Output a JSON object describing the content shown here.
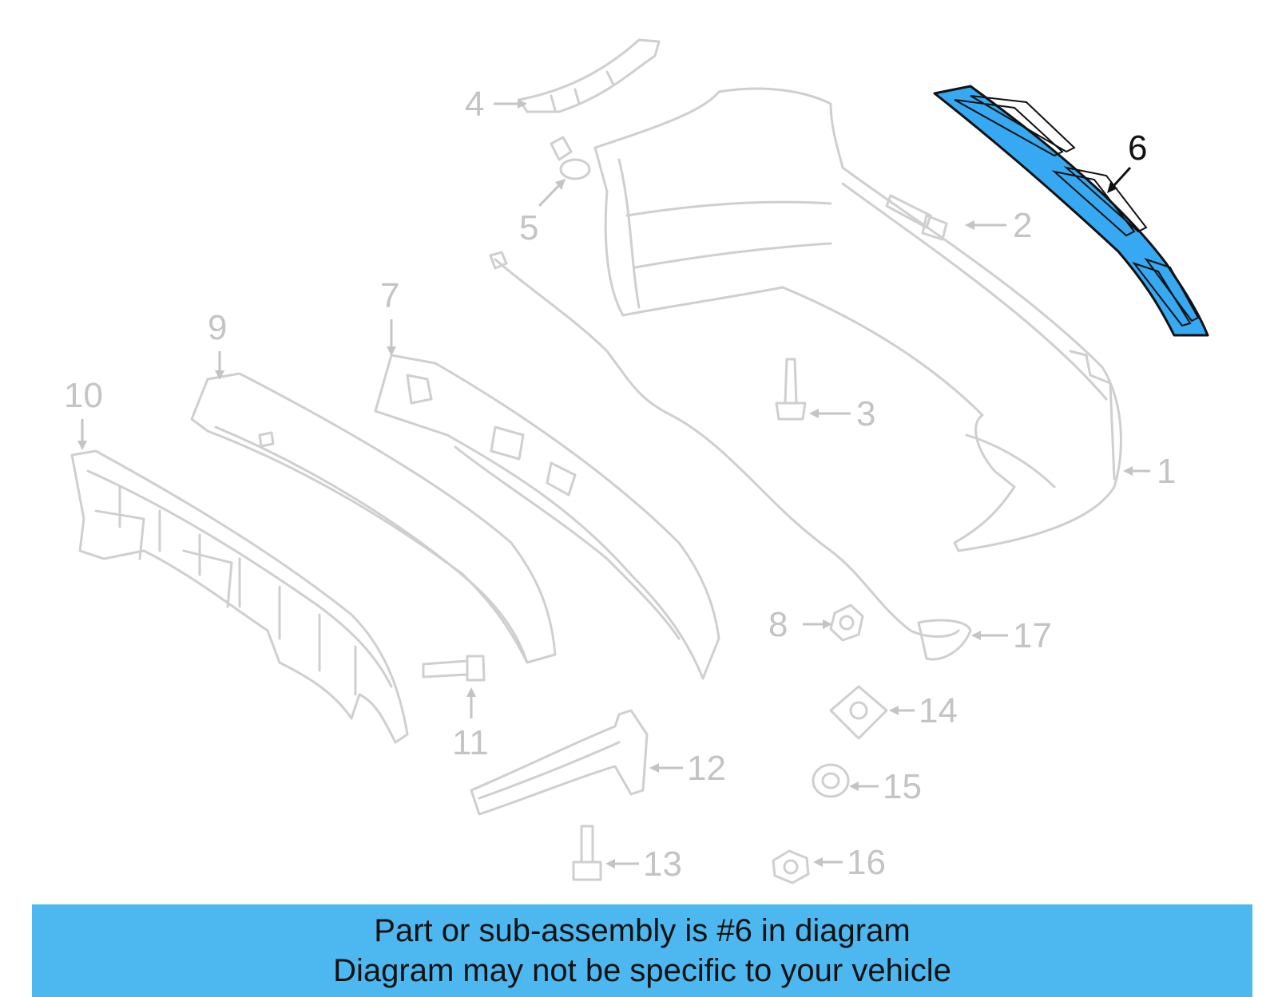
{
  "diagram": {
    "highlighted_part": "6",
    "callouts": {
      "c1": "1",
      "c2": "2",
      "c3": "3",
      "c4": "4",
      "c5": "5",
      "c6": "6",
      "c7": "7",
      "c8": "8",
      "c9": "9",
      "c10": "10",
      "c11": "11",
      "c12": "12",
      "c13": "13",
      "c14": "14",
      "c15": "15",
      "c16": "16",
      "c17": "17"
    },
    "colors": {
      "highlight": "#36a9f2",
      "banner": "#4db8f0",
      "line_art": "#cfcfcf"
    }
  },
  "banner": {
    "line1": "Part or sub-assembly is #6 in diagram",
    "line2": "Diagram may not be specific to your vehicle"
  }
}
